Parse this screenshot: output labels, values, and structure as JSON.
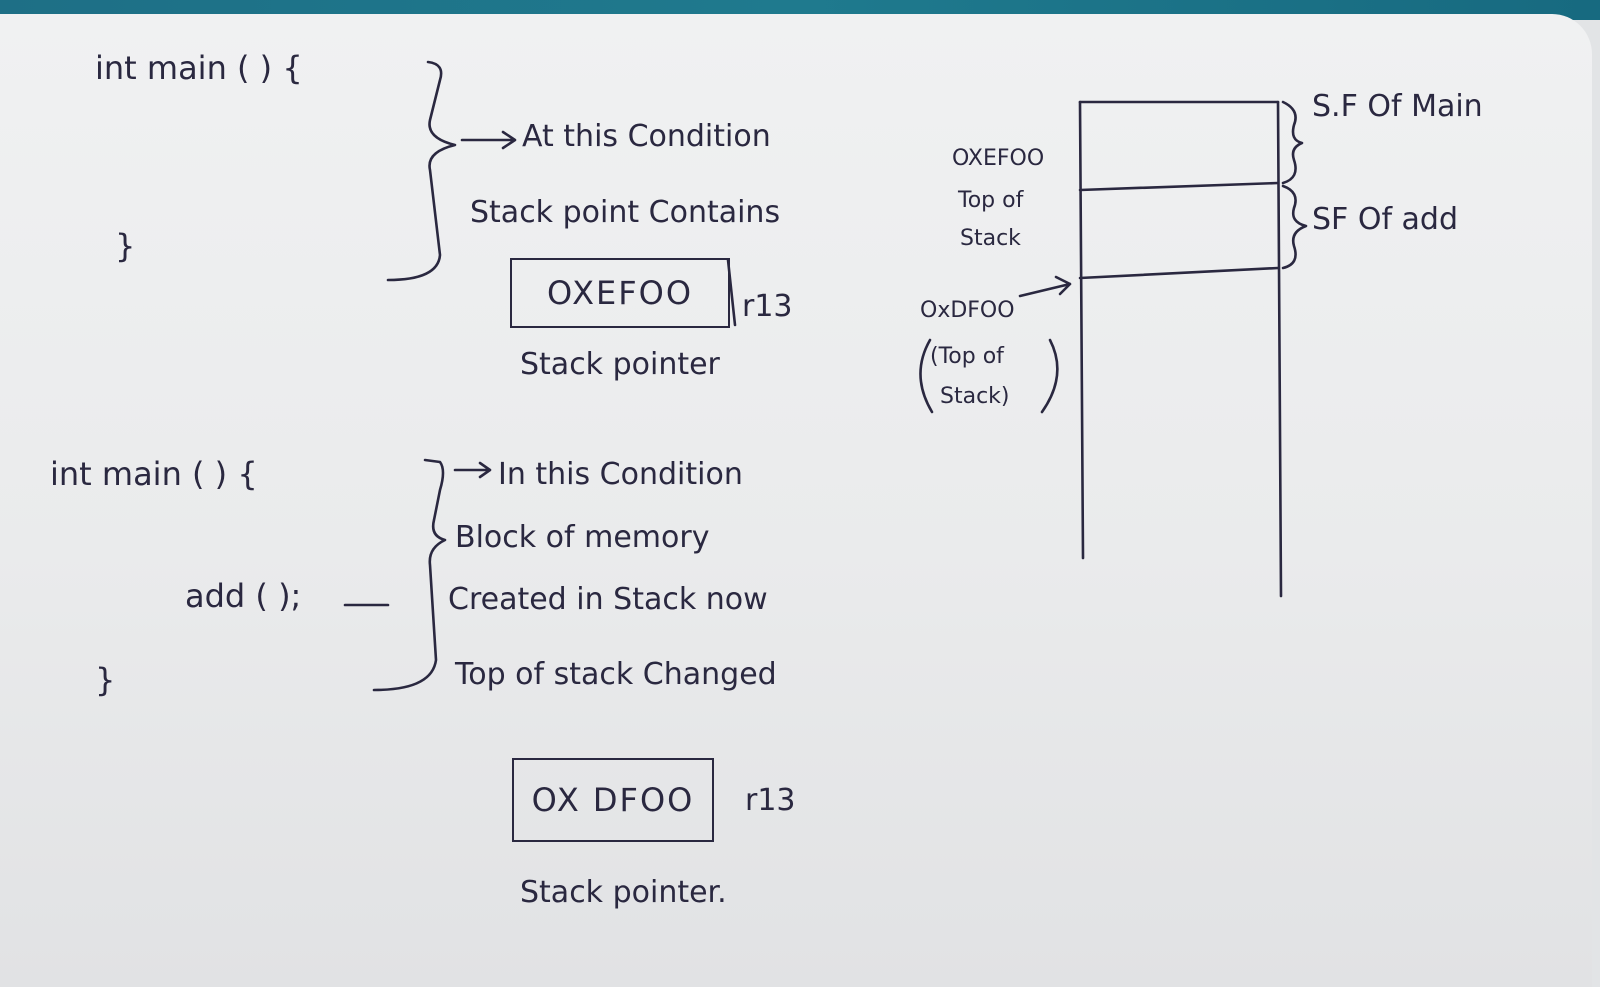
{
  "top_snippet": {
    "line1": "int main ( ) {",
    "line2": "}",
    "note_line1": "At this Condition",
    "note_line2": "Stack point Contains",
    "register_value": "OXEFOO",
    "register_name": "r13",
    "register_caption": "Stack pointer"
  },
  "bottom_snippet": {
    "line1": "int main ( ) {",
    "line2": "add ( );",
    "line3": "}",
    "note_line1": "In this Condition",
    "note_line2": "Block of memory",
    "note_line3": "Created in Stack now",
    "note_line4": "Top of stack Changed",
    "register_value": "OX DFOO",
    "register_name": "r13",
    "register_caption": "Stack pointer."
  },
  "stack_diagram": {
    "addr1": "OXEFOO",
    "addr1_note_a": "Top of",
    "addr1_note_b": "Stack",
    "addr2": "OxDFOO",
    "addr2_note_a": "(Top of",
    "addr2_note_b": "Stack)",
    "frame1_label": "S.F Of Main",
    "frame2_label": "SF Of add"
  },
  "colors": {
    "ink": "#2a2840",
    "paper": "#eceded",
    "band": "#1f7a8e"
  }
}
